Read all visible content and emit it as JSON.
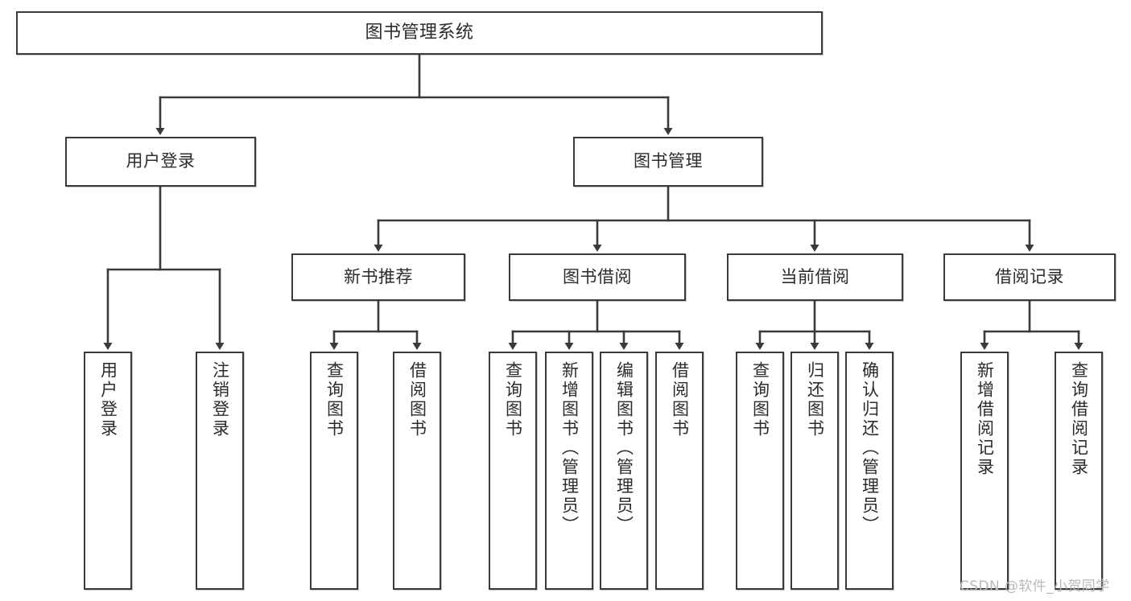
{
  "diagram": {
    "title": "图书管理系统",
    "type": "tree-hierarchy",
    "watermark": "CSDN @软件_小贺同学",
    "colors": {
      "box_border": "#3a3a3a",
      "box_fill": "#ffffff",
      "edge": "#3a3a3a",
      "text": "#2b2b2b",
      "watermark": "#b8b8b8",
      "background": "#ffffff"
    },
    "nodes": {
      "root": {
        "label": "图书管理系统"
      },
      "level2": [
        {
          "label": "用户登录"
        },
        {
          "label": "图书管理"
        }
      ],
      "level3": [
        {
          "label": "新书推荐"
        },
        {
          "label": "图书借阅"
        },
        {
          "label": "当前借阅"
        },
        {
          "label": "借阅记录"
        }
      ],
      "leaves": {
        "user_login": [
          {
            "label": "用户登录"
          },
          {
            "label": "注销登录"
          }
        ],
        "new_book": [
          {
            "label": "查询图书"
          },
          {
            "label": "借阅图书"
          }
        ],
        "book_borrow": [
          {
            "label": "查询图书"
          },
          {
            "label": "新增图书（管理员）"
          },
          {
            "label": "编辑图书（管理员）"
          },
          {
            "label": "借阅图书"
          }
        ],
        "current_borrow": [
          {
            "label": "查询图书"
          },
          {
            "label": "归还图书"
          },
          {
            "label": "确认归还（管理员）"
          }
        ],
        "borrow_record": [
          {
            "label": "新增借阅记录"
          },
          {
            "label": "查询借阅记录"
          }
        ]
      }
    }
  }
}
